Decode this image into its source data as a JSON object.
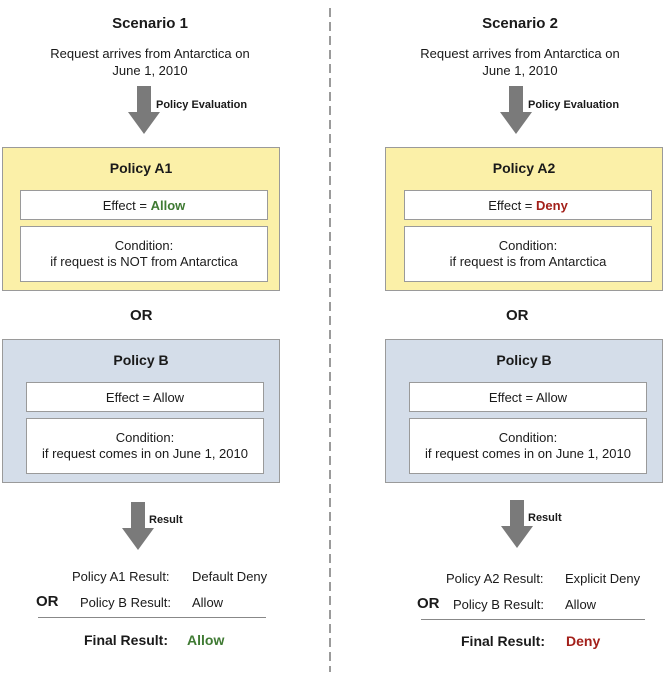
{
  "scenario1": {
    "title": "Scenario 1",
    "request_line1": "Request arrives from Antarctica on",
    "request_line2": "June 1, 2010",
    "arrow1_label": "Policy Evaluation",
    "policy_a": {
      "title": "Policy A1",
      "effect_prefix": "Effect = ",
      "effect_value": "Allow",
      "condition_label": "Condition:",
      "condition_text": "if request is NOT from Antarctica"
    },
    "or_label": "OR",
    "policy_b": {
      "title": "Policy B",
      "effect_text": "Effect = Allow",
      "condition_label": "Condition:",
      "condition_text": "if request comes in on June 1, 2010"
    },
    "arrow2_label": "Result",
    "results": [
      {
        "label": "Policy A1 Result:",
        "value": "Default Deny"
      },
      {
        "label": "Policy B Result:",
        "value": "Allow"
      }
    ],
    "results_or": "OR",
    "final_label": "Final Result:",
    "final_value": "Allow"
  },
  "scenario2": {
    "title": "Scenario 2",
    "request_line1": "Request arrives from Antarctica on",
    "request_line2": "June 1, 2010",
    "arrow1_label": "Policy Evaluation",
    "policy_a": {
      "title": "Policy A2",
      "effect_prefix": "Effect = ",
      "effect_value": "Deny",
      "condition_label": "Condition:",
      "condition_text": "if request is from Antarctica"
    },
    "or_label": "OR",
    "policy_b": {
      "title": "Policy B",
      "effect_text": "Effect = Allow",
      "condition_label": "Condition:",
      "condition_text": "if request comes in on June 1, 2010"
    },
    "arrow2_label": "Result",
    "results": [
      {
        "label": "Policy A2 Result:",
        "value": "Explicit Deny"
      },
      {
        "label": "Policy B Result:",
        "value": "Allow"
      }
    ],
    "results_or": "OR",
    "final_label": "Final Result:",
    "final_value": "Deny"
  },
  "colors": {
    "policy_a_fill": "#fbf0a8",
    "policy_b_fill": "#d4dde9",
    "allow": "#3f7a33",
    "deny": "#a3201a",
    "arrow": "#7a7a7a"
  }
}
